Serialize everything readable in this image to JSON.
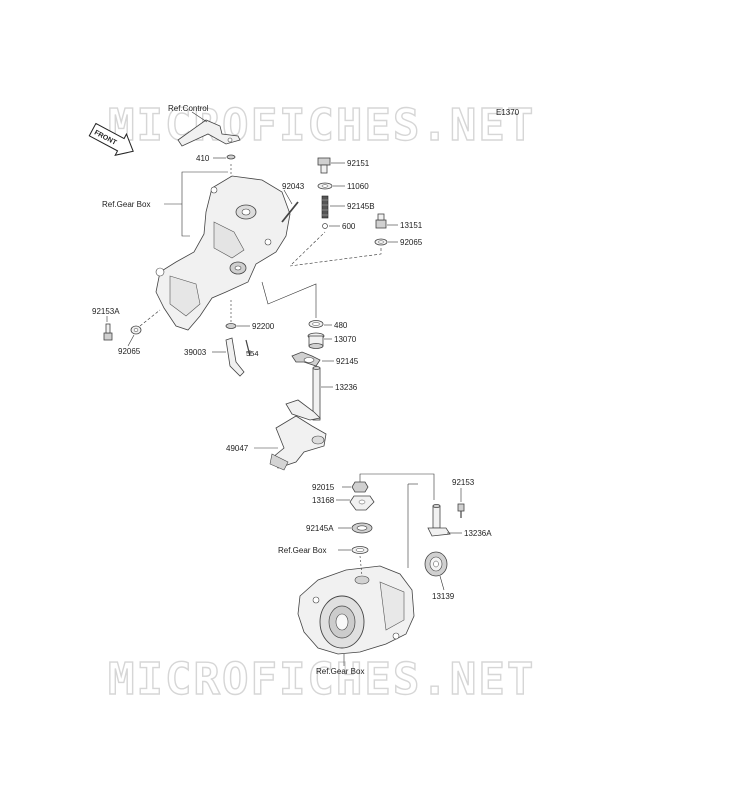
{
  "diagram_code": "E1370",
  "front_label": "FRONT",
  "watermark": "MICROFICHES.NET",
  "labels": {
    "ref_control": "Ref.Control",
    "ref_gear_box_1": "Ref.Gear Box",
    "ref_gear_box_2": "Ref.Gear Box",
    "ref_gear_box_3": "Ref.Gear Box",
    "p410": "410",
    "p92151": "92151",
    "p11060": "11060",
    "p92043": "92043",
    "p92145B": "92145B",
    "p13151": "13151",
    "p600": "600",
    "p92065a": "92065",
    "p92153A": "92153A",
    "p92065b": "92065",
    "p92200": "92200",
    "p480": "480",
    "p13070": "13070",
    "p39003": "39003",
    "p554": "554",
    "p92145": "92145",
    "p13236": "13236",
    "p49047": "49047",
    "p92015": "92015",
    "p13168": "13168",
    "p92145A": "92145A",
    "p92153": "92153",
    "p13236A": "13236A",
    "p13139": "13139"
  }
}
